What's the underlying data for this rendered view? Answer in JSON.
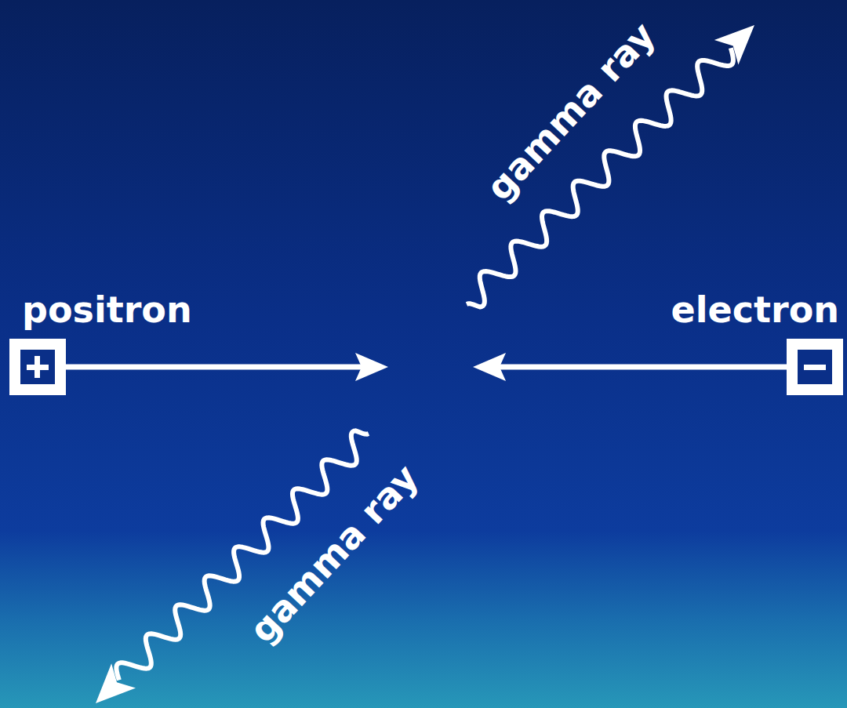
{
  "diagram": {
    "labels": [
      "gamma ray",
      "positron",
      "electron",
      "gamma ray"
    ]
  }
}
